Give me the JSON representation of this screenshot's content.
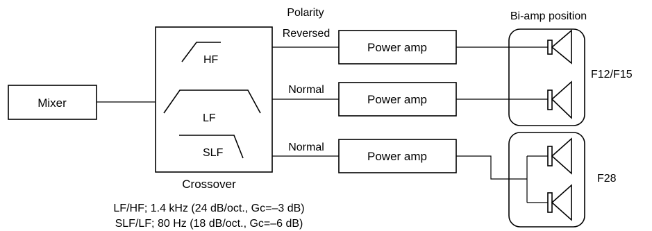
{
  "diagram": {
    "mixer_label": "Mixer",
    "crossover": {
      "label": "Crossover",
      "filters": {
        "hf": "HF",
        "lf": "LF",
        "slf": "SLF"
      },
      "spec_line_1": "LF/HF; 1.4 kHz (24 dB/oct., Gc=–3 dB)",
      "spec_line_2": "SLF/LF; 80 Hz (18 dB/oct., Gc=–6 dB)"
    },
    "polarity_title": "Polarity",
    "paths": [
      {
        "polarity": "Reversed",
        "amp_label": "Power amp"
      },
      {
        "polarity": "Normal",
        "amp_label": "Power amp"
      },
      {
        "polarity": "Normal",
        "amp_label": "Power amp"
      }
    ],
    "biamp_title": "Bi-amp position",
    "groups": [
      {
        "label": "F12/F15"
      },
      {
        "label": "F28"
      }
    ]
  }
}
